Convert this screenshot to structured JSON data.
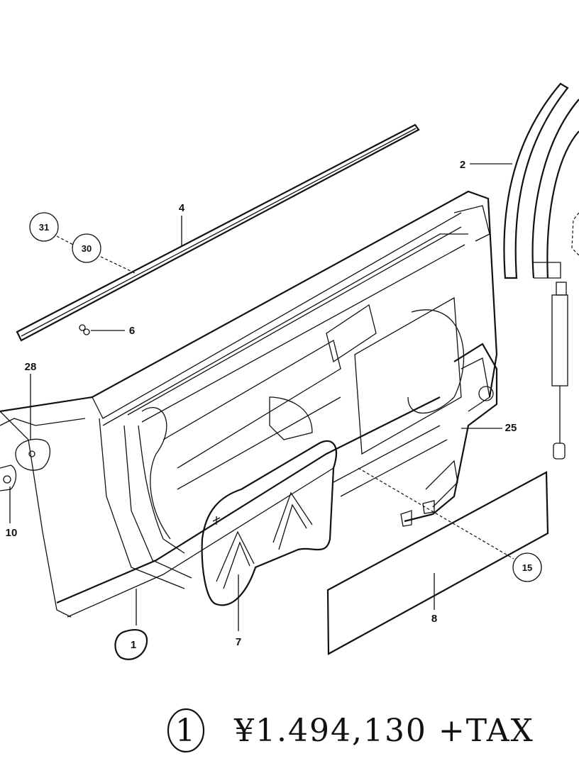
{
  "callouts": {
    "p1": "1",
    "p2": "2",
    "p4": "4",
    "p6": "6",
    "p7": "7",
    "p8": "8",
    "p10": "10",
    "p15": "15",
    "p25": "25",
    "p28": "28",
    "p30": "30",
    "p31": "31"
  },
  "annotation": {
    "circled_number": "1",
    "price": "¥1.494,130 +TAX"
  },
  "colors": {
    "ink": "#111111",
    "paper": "#ffffff"
  }
}
